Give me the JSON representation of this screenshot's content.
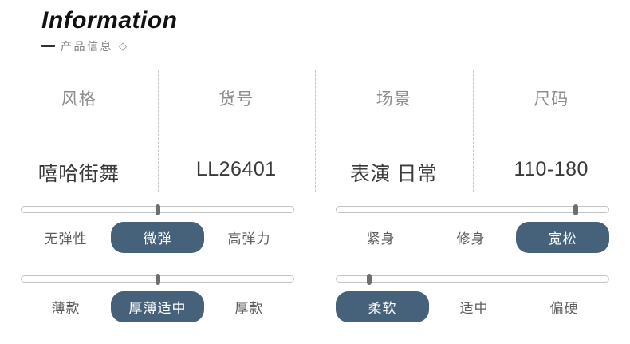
{
  "header": {
    "title": "Information",
    "subtitle_dash": "—",
    "subtitle": "产品信息",
    "subtitle_diamond": "◇"
  },
  "spec_table": {
    "columns": [
      {
        "header": "风格",
        "value": "嘻哈街舞"
      },
      {
        "header": "货号",
        "value": "LL26401"
      },
      {
        "header": "场景",
        "value": "表演 日常"
      },
      {
        "header": "尺码",
        "value": "110-180"
      }
    ]
  },
  "sliders": [
    {
      "name": "elasticity",
      "marker_percent": 50,
      "options": [
        {
          "label": "无弹性",
          "selected": false
        },
        {
          "label": "微弹",
          "selected": true
        },
        {
          "label": "高弹力",
          "selected": false
        }
      ]
    },
    {
      "name": "fit",
      "marker_percent": 88,
      "options": [
        {
          "label": "紧身",
          "selected": false
        },
        {
          "label": "修身",
          "selected": false
        },
        {
          "label": "宽松",
          "selected": true
        }
      ]
    },
    {
      "name": "thickness",
      "marker_percent": 50,
      "options": [
        {
          "label": "薄款",
          "selected": false
        },
        {
          "label": "厚薄适中",
          "selected": true
        },
        {
          "label": "厚款",
          "selected": false
        }
      ]
    },
    {
      "name": "softness",
      "marker_percent": 12,
      "options": [
        {
          "label": "柔软",
          "selected": true
        },
        {
          "label": "适中",
          "selected": false
        },
        {
          "label": "偏硬",
          "selected": false
        }
      ]
    }
  ],
  "colors": {
    "selected_pill": "#46617a",
    "header_text": "#8d8d8d",
    "value_text": "#3a3a3a",
    "divider": "#c9c9c9",
    "track_border": "#c4c4c4",
    "marker": "#6e6e6e"
  }
}
